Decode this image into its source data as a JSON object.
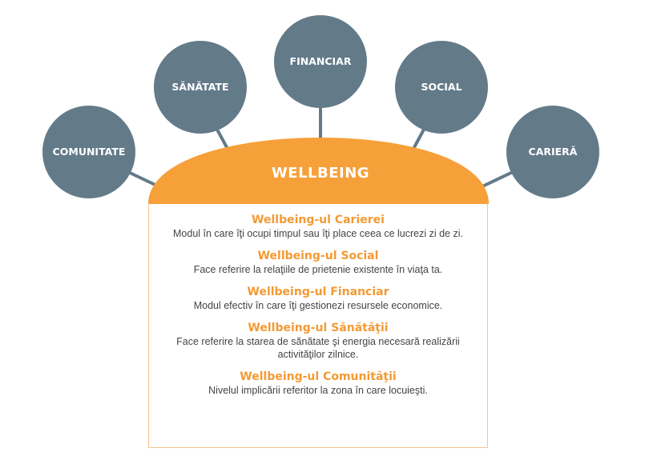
{
  "colors": {
    "circle": "#637a89",
    "accent": "#f6a03a",
    "heading": "#f39a33"
  },
  "center": {
    "title": "WELLBEING"
  },
  "circles": [
    {
      "label": "COMUNITATE"
    },
    {
      "label": "SĂNĂTATE"
    },
    {
      "label": "FINANCIAR"
    },
    {
      "label": "SOCIAL"
    },
    {
      "label": "CARIERĂ"
    }
  ],
  "items": [
    {
      "title": "Wellbeing-ul Carierei",
      "text": "Modul în care îţi ocupi timpul sau îţi place ceea ce lucrezi zi de zi."
    },
    {
      "title": "Wellbeing-ul Social",
      "text": "Face referire la relaţiile de prietenie existente în viaţa ta."
    },
    {
      "title": "Wellbeing-ul Financiar",
      "text": "Modul efectiv în care îţi gestionezi resursele economice."
    },
    {
      "title": "Wellbeing-ul Sănătăţii",
      "text": "Face referire la starea de sănătate şi energia necesară realizării activităţilor zilnice."
    },
    {
      "title": "Wellbeing-ul Comunităţii",
      "text": "Nivelul implicării referitor la zona în care locuieşti."
    }
  ]
}
